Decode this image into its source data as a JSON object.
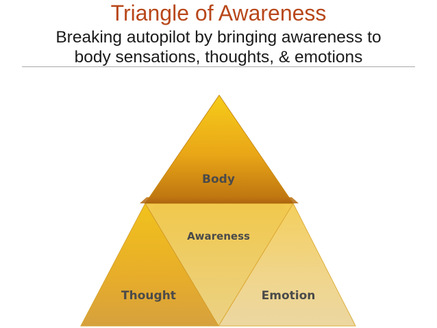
{
  "slide": {
    "title": "Triangle of Awareness",
    "subtitle_line1": "Breaking autopilot by bringing awareness to",
    "subtitle_line2": "body sensations, thoughts, & emotions"
  },
  "diagram": {
    "top_label": "Body",
    "center_label": "Awareness",
    "left_label": "Thought",
    "right_label": "Emotion"
  },
  "colors": {
    "title": "#b8471a",
    "subtitle": "#1a1a1a",
    "triangle_gold": "#efb314",
    "triangle_dark": "#b86e12",
    "label_text": "#4a4a4a"
  }
}
